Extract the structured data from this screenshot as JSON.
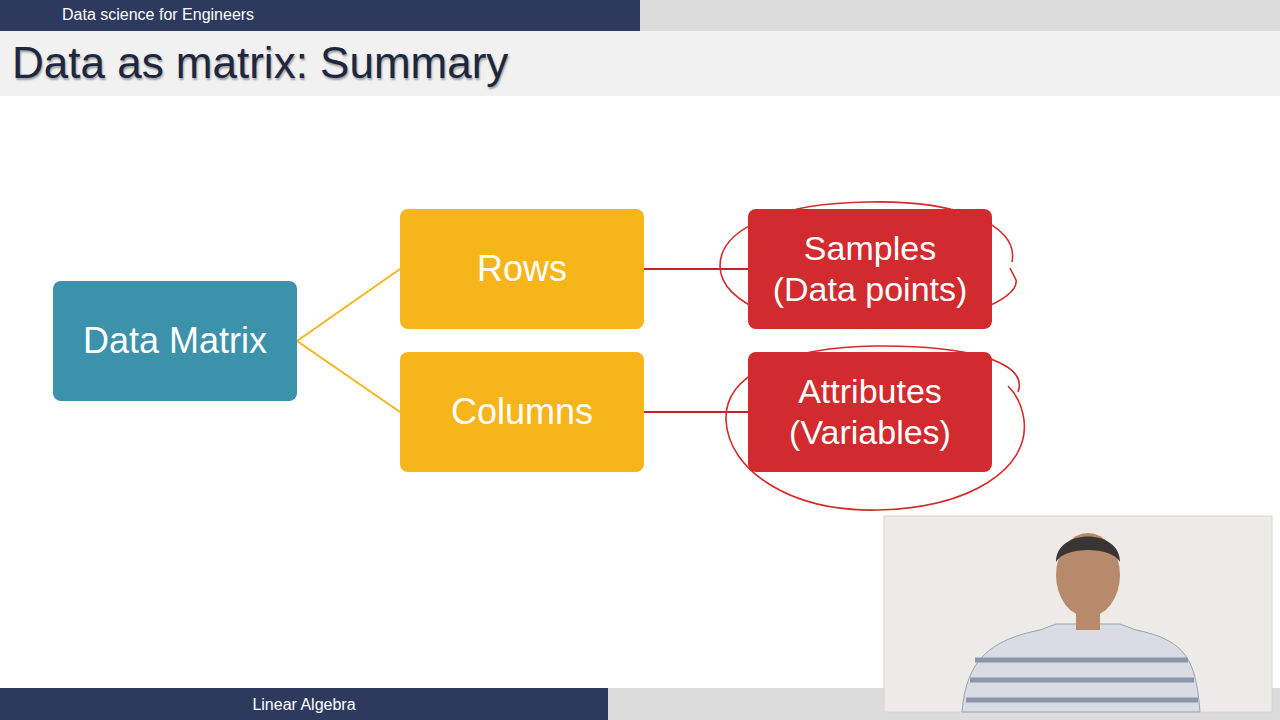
{
  "diagram": {
    "title": "Data as matrix: Summary",
    "nodes": [
      {
        "text": [
          "Data Matrix"
        ]
      },
      {
        "text": [
          "Rows"
        ]
      },
      {
        "text": [
          "Columns"
        ]
      },
      {
        "text": [
          "Samples (Data points)"
        ]
      },
      {
        "text": [
          "Attributes (Variables)"
        ]
      }
    ],
    "edges": [
      {
        "from": 0,
        "to": 1,
        "arrow": "none"
      },
      {
        "from": 0,
        "to": 2,
        "arrow": "none"
      },
      {
        "from": 1,
        "to": 3,
        "arrow": "none"
      },
      {
        "from": 2,
        "to": 4,
        "arrow": "none"
      }
    ],
    "labels": [
      "Data science for Engineers",
      "Linear Algebra"
    ]
  }
}
